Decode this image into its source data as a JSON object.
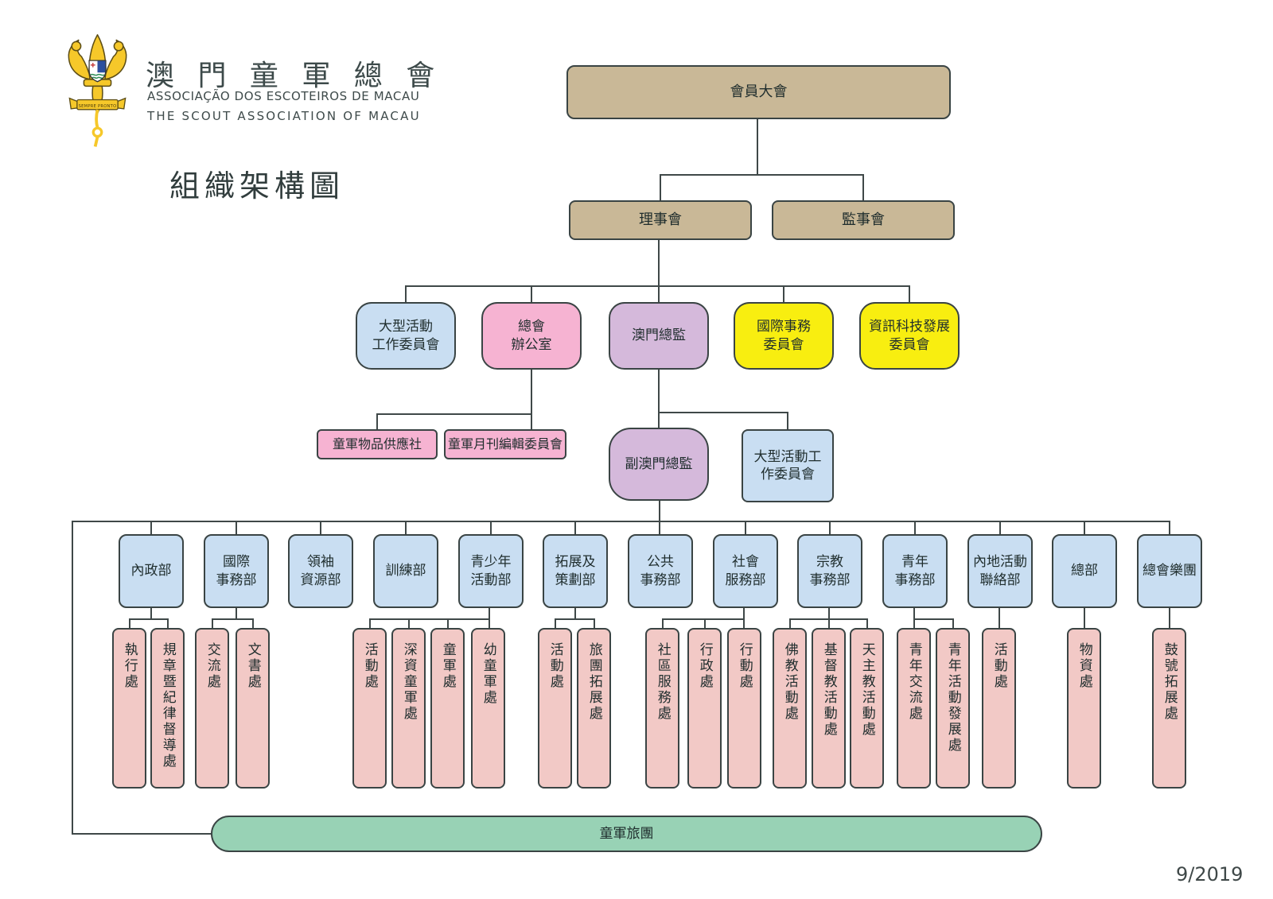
{
  "header": {
    "org_name_zh": "澳 門 童 軍 總 會",
    "org_name_pt": "ASSOCIAÇÃO DOS ESCOTEIROS DE MACAU",
    "org_name_en": "THE SCOUT ASSOCIATION OF MACAU",
    "motto": "SEMPRE PRONTO",
    "chart_title": "組織架構圖",
    "date": "9/2019"
  },
  "colors": {
    "assembly_tan": "#c9b897",
    "committee_blue": "#c9def2",
    "office_pink": "#f6b3d2",
    "commissioner_purple": "#d5b9db",
    "committee_yellow": "#f8ee10",
    "branch_salmon": "#f2c9c6",
    "groups_green": "#98d2b5",
    "line": "#3f4848"
  },
  "nodes": {
    "assembly": "會員大會",
    "council": "理事會",
    "supervisory": "監事會",
    "large_events_committee": "大型活動\n工作委員會",
    "hq_office": "總會\n辦公室",
    "chief_commissioner": "澳門總監",
    "intl_committee": "國際事務\n委員會",
    "it_committee": "資訊科技發展\n委員會",
    "scout_shop": "童軍物品供應社",
    "monthly_committee": "童軍月刊編輯委員會",
    "deputy_chief": "副澳門總監",
    "large_events_committee_2": "大型活動工\n作委員會",
    "scout_groups": "童軍旅團"
  },
  "departments": [
    {
      "label": "內政部"
    },
    {
      "label": "國際\n事務部"
    },
    {
      "label": "領袖\n資源部"
    },
    {
      "label": "訓練部"
    },
    {
      "label": "青少年\n活動部"
    },
    {
      "label": "拓展及\n策劃部"
    },
    {
      "label": "公共\n事務部"
    },
    {
      "label": "社會\n服務部"
    },
    {
      "label": "宗教\n事務部"
    },
    {
      "label": "青年\n事務部"
    },
    {
      "label": "內地活動\n聯絡部"
    },
    {
      "label": "總部"
    },
    {
      "label": "總會樂團"
    }
  ],
  "offices": [
    {
      "label": "執行處"
    },
    {
      "label": "規章暨紀律督導處"
    },
    {
      "label": "交流處"
    },
    {
      "label": "文書處"
    },
    {
      "label": "活動處"
    },
    {
      "label": "深資童軍處"
    },
    {
      "label": "童軍處"
    },
    {
      "label": "幼童軍處"
    },
    {
      "label": "活動處"
    },
    {
      "label": "旅團拓展處"
    },
    {
      "label": "社區服務處"
    },
    {
      "label": "行政處"
    },
    {
      "label": "行動處"
    },
    {
      "label": "佛教活動處"
    },
    {
      "label": "基督教活動處"
    },
    {
      "label": "天主教活動處"
    },
    {
      "label": "青年交流處"
    },
    {
      "label": "青年活動發展處"
    },
    {
      "label": "活動處"
    },
    {
      "label": "物資處"
    },
    {
      "label": "鼓號拓展處"
    }
  ]
}
